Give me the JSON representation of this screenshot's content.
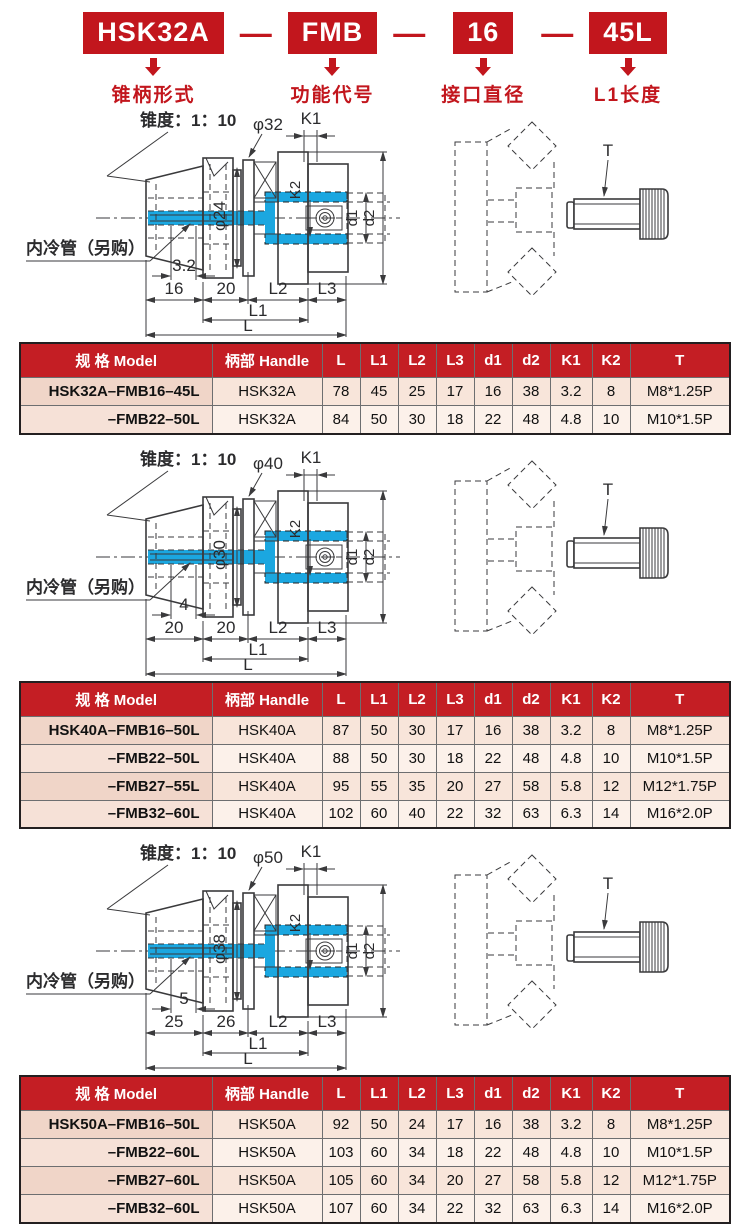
{
  "colors": {
    "accent_red": "#c2161d",
    "table_header_red": "#c41e24",
    "coolant_blue": "#1ba7e0",
    "line_gray": "#3a3a3c",
    "row_odd": "#f8e5da",
    "row_odd_model": "#f0d5c8",
    "row_even": "#fcf1ea",
    "row_even_model": "#f6e1d7"
  },
  "header": {
    "separator": "—",
    "units": [
      {
        "code": "HSK32A",
        "label": "锥柄形式"
      },
      {
        "code": "FMB",
        "label": "功能代号"
      },
      {
        "code": "16",
        "label": "接口直径"
      },
      {
        "code": "45L",
        "label": "L1长度"
      }
    ]
  },
  "diagrams": [
    {
      "taper_label": "锥度：1：10",
      "phi_top": "φ32",
      "phi_shank": "φ24",
      "coolant_label": "内冷管（另购）",
      "small_dim": "3.2",
      "seg1": "16",
      "seg2": "20",
      "seg3": "L2",
      "seg4": "L3",
      "dim_l1": "L1",
      "dim_l": "L",
      "k1": "K1",
      "k2": "K2",
      "d1": "d1",
      "d2": "d2",
      "screw_label": "T"
    },
    {
      "taper_label": "锥度：1：10",
      "phi_top": "φ40",
      "phi_shank": "φ30",
      "coolant_label": "内冷管（另购）",
      "small_dim": "4",
      "seg1": "20",
      "seg2": "20",
      "seg3": "L2",
      "seg4": "L3",
      "dim_l1": "L1",
      "dim_l": "L",
      "k1": "K1",
      "k2": "K2",
      "d1": "d1",
      "d2": "d2",
      "screw_label": "T"
    },
    {
      "taper_label": "锥度：1：10",
      "phi_top": "φ50",
      "phi_shank": "φ38",
      "coolant_label": "内冷管（另购）",
      "small_dim": "5",
      "seg1": "25",
      "seg2": "26",
      "seg3": "L2",
      "seg4": "L3",
      "dim_l1": "L1",
      "dim_l": "L",
      "k1": "K1",
      "k2": "K2",
      "d1": "d1",
      "d2": "d2",
      "screw_label": "T"
    }
  ],
  "tables": [
    {
      "headers": [
        "规 格 Model",
        "柄部 Handle",
        "L",
        "L1",
        "L2",
        "L3",
        "d1",
        "d2",
        "K1",
        "K2",
        "T"
      ],
      "rows": [
        [
          "HSK32A–FMB16–45L",
          "HSK32A",
          "78",
          "45",
          "25",
          "17",
          "16",
          "38",
          "3.2",
          "8",
          "M8*1.25P"
        ],
        [
          "–FMB22–50L",
          "HSK32A",
          "84",
          "50",
          "30",
          "18",
          "22",
          "48",
          "4.8",
          "10",
          "M10*1.5P"
        ]
      ]
    },
    {
      "headers": [
        "规 格 Model",
        "柄部 Handle",
        "L",
        "L1",
        "L2",
        "L3",
        "d1",
        "d2",
        "K1",
        "K2",
        "T"
      ],
      "rows": [
        [
          "HSK40A–FMB16–50L",
          "HSK40A",
          "87",
          "50",
          "30",
          "17",
          "16",
          "38",
          "3.2",
          "8",
          "M8*1.25P"
        ],
        [
          "–FMB22–50L",
          "HSK40A",
          "88",
          "50",
          "30",
          "18",
          "22",
          "48",
          "4.8",
          "10",
          "M10*1.5P"
        ],
        [
          "–FMB27–55L",
          "HSK40A",
          "95",
          "55",
          "35",
          "20",
          "27",
          "58",
          "5.8",
          "12",
          "M12*1.75P"
        ],
        [
          "–FMB32–60L",
          "HSK40A",
          "102",
          "60",
          "40",
          "22",
          "32",
          "63",
          "6.3",
          "14",
          "M16*2.0P"
        ]
      ]
    },
    {
      "headers": [
        "规 格 Model",
        "柄部 Handle",
        "L",
        "L1",
        "L2",
        "L3",
        "d1",
        "d2",
        "K1",
        "K2",
        "T"
      ],
      "rows": [
        [
          "HSK50A–FMB16–50L",
          "HSK50A",
          "92",
          "50",
          "24",
          "17",
          "16",
          "38",
          "3.2",
          "8",
          "M8*1.25P"
        ],
        [
          "–FMB22–60L",
          "HSK50A",
          "103",
          "60",
          "34",
          "18",
          "22",
          "48",
          "4.8",
          "10",
          "M10*1.5P"
        ],
        [
          "–FMB27–60L",
          "HSK50A",
          "105",
          "60",
          "34",
          "20",
          "27",
          "58",
          "5.8",
          "12",
          "M12*1.75P"
        ],
        [
          "–FMB32–60L",
          "HSK50A",
          "107",
          "60",
          "34",
          "22",
          "32",
          "63",
          "6.3",
          "14",
          "M16*2.0P"
        ]
      ]
    }
  ]
}
